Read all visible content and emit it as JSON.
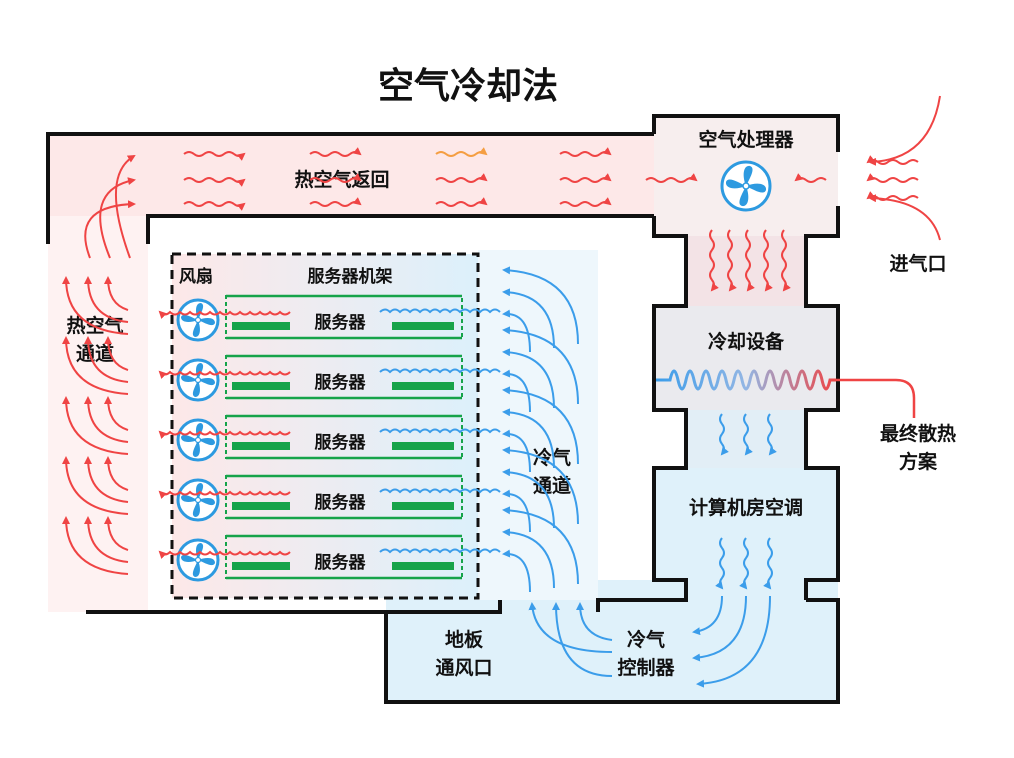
{
  "title": "空气冷却法",
  "labels": {
    "air_handler": "空气处理器",
    "hot_air_return": "热空气返回",
    "air_intake": "进气口",
    "fan": "风扇",
    "server_rack": "服务器机架",
    "server": "服务器",
    "hot_aisle_line1": "热空气",
    "hot_aisle_line2": "通道",
    "cold_aisle_line1": "冷气",
    "cold_aisle_line2": "通道",
    "cooling_equipment": "冷却设备",
    "heat_rejection_line1": "最终散热",
    "heat_rejection_line2": "方案",
    "crac": "计算机房空调",
    "floor_vent_line1": "地板",
    "floor_vent_line2": "通风口",
    "cold_controller_line1": "冷气",
    "cold_controller_line2": "控制器"
  },
  "servers": [
    "服务器",
    "服务器",
    "服务器",
    "服务器",
    "服务器"
  ],
  "colors": {
    "hot_arrow": "#ef4444",
    "cold_arrow": "#3b9dea",
    "hot_fill": "#fde8e8",
    "cold_fill": "#dff1fa",
    "equipment_fill": "#eaeaee",
    "server_bar": "#16a34a",
    "fan_blue": "#2d9ae0",
    "wall": "#111111"
  }
}
